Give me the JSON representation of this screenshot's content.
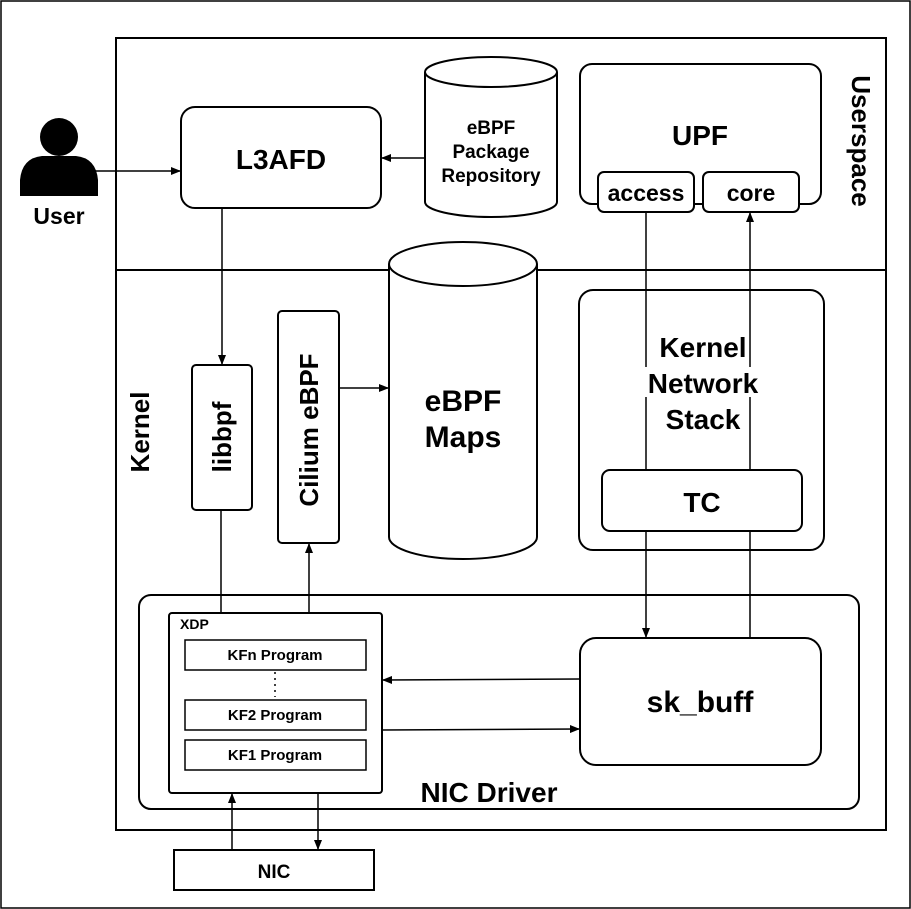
{
  "user": {
    "label": "User"
  },
  "regions": {
    "userspace": "Userspace",
    "kernel": "Kernel",
    "nic_driver": "NIC Driver"
  },
  "l3afd": {
    "label": "L3AFD"
  },
  "repo": {
    "line1": "eBPF",
    "line2": "Package",
    "line3": "Repository"
  },
  "upf": {
    "label": "UPF",
    "access": "access",
    "core": "core"
  },
  "libbpf": {
    "label": "libbpf"
  },
  "cilium": {
    "label": "Cilium eBPF"
  },
  "maps": {
    "line1": "eBPF",
    "line2": "Maps"
  },
  "kstack": {
    "line1": "Kernel",
    "line2": "Network",
    "line3": "Stack"
  },
  "tc": {
    "label": "TC"
  },
  "xdp": {
    "label": "XDP",
    "programs": [
      "KFn Program",
      "KF2 Program",
      "KF1 Program"
    ]
  },
  "skbuff": {
    "label": "sk_buff"
  },
  "nic": {
    "label": "NIC"
  }
}
